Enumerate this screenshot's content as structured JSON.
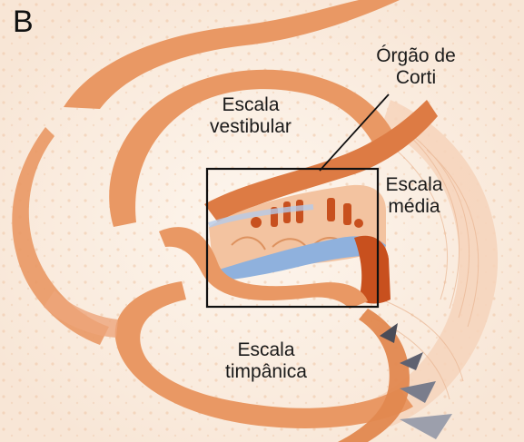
{
  "figure": {
    "panel_letter": "B",
    "labels": {
      "organ_of_corti": [
        "Órgão de",
        "Corti"
      ],
      "scala_vestibuli": [
        "Escala",
        "vestibular"
      ],
      "scala_media": [
        "Escala",
        "média"
      ],
      "scala_tympani": [
        "Escala",
        "timpânica"
      ]
    }
  },
  "colors": {
    "background": "#fdf6ee",
    "tissue": "#e99864",
    "tissue_light": "#f3c3a0",
    "tissue_dark": "#c8501e",
    "membrane": "#8fb1dd",
    "outline": "#111111",
    "arrow": "#6e7180"
  },
  "icons": [
    "dark-arrowhead-icon"
  ]
}
